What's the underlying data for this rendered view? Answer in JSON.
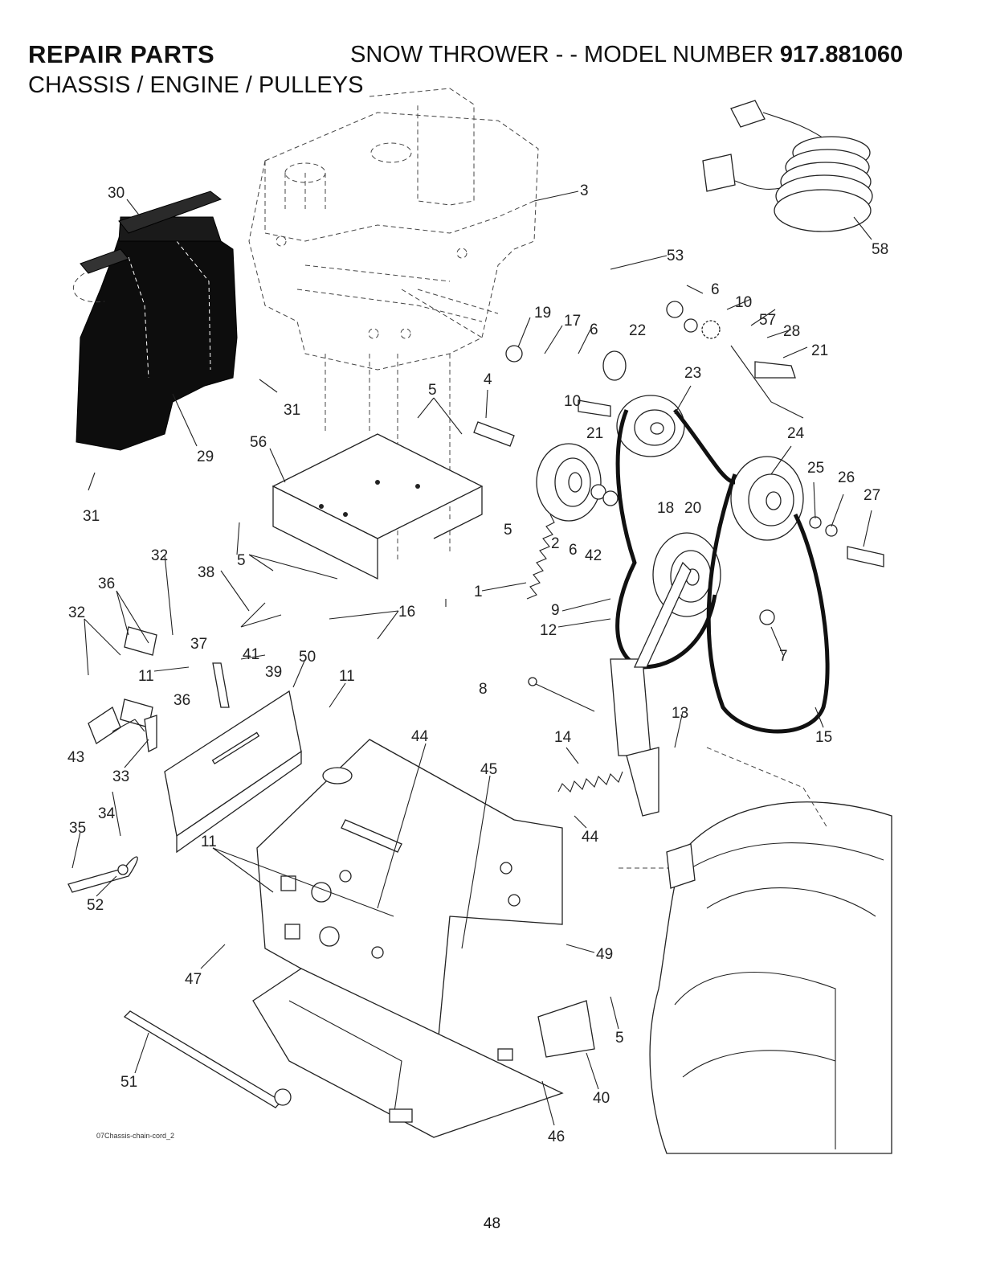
{
  "header": {
    "left_title": "REPAIR PARTS",
    "right_title": "SNOW THROWER - - MODEL NUMBER",
    "model_number": "917.881060",
    "subtitle": "CHASSIS / ENGINE / PULLEYS"
  },
  "footer": {
    "page_number": "48",
    "file_ref": "07Chassis-chain-cord_2"
  },
  "callouts": [
    {
      "id": "c30",
      "text": "30"
    },
    {
      "id": "c3",
      "text": "3"
    },
    {
      "id": "c58",
      "text": "58"
    },
    {
      "id": "c53",
      "text": "53"
    },
    {
      "id": "c31a",
      "text": "31"
    },
    {
      "id": "c29",
      "text": "29"
    },
    {
      "id": "c31b",
      "text": "31"
    },
    {
      "id": "c56",
      "text": "56"
    },
    {
      "id": "c5a",
      "text": "5"
    },
    {
      "id": "c4",
      "text": "4"
    },
    {
      "id": "c19",
      "text": "19"
    },
    {
      "id": "c17",
      "text": "17"
    },
    {
      "id": "c6a",
      "text": "6"
    },
    {
      "id": "c22",
      "text": "22"
    },
    {
      "id": "c6b",
      "text": "6"
    },
    {
      "id": "c10a",
      "text": "10"
    },
    {
      "id": "c57",
      "text": "57"
    },
    {
      "id": "c28",
      "text": "28"
    },
    {
      "id": "c21a",
      "text": "21"
    },
    {
      "id": "c23",
      "text": "23"
    },
    {
      "id": "c10b",
      "text": "10"
    },
    {
      "id": "c21b",
      "text": "21"
    },
    {
      "id": "c24",
      "text": "24"
    },
    {
      "id": "c25",
      "text": "25"
    },
    {
      "id": "c26",
      "text": "26"
    },
    {
      "id": "c27",
      "text": "27"
    },
    {
      "id": "c5b",
      "text": "5"
    },
    {
      "id": "c2",
      "text": "2"
    },
    {
      "id": "c6c",
      "text": "6"
    },
    {
      "id": "c42",
      "text": "42"
    },
    {
      "id": "c18",
      "text": "18"
    },
    {
      "id": "c20",
      "text": "20"
    },
    {
      "id": "c1",
      "text": "1"
    },
    {
      "id": "c9",
      "text": "9"
    },
    {
      "id": "c5c",
      "text": "5"
    },
    {
      "id": "c32a",
      "text": "32"
    },
    {
      "id": "c36a",
      "text": "36"
    },
    {
      "id": "c38",
      "text": "38"
    },
    {
      "id": "c32b",
      "text": "32"
    },
    {
      "id": "c37",
      "text": "37"
    },
    {
      "id": "c16",
      "text": "16"
    },
    {
      "id": "c12",
      "text": "12"
    },
    {
      "id": "c7",
      "text": "7"
    },
    {
      "id": "c41",
      "text": "41"
    },
    {
      "id": "c50",
      "text": "50"
    },
    {
      "id": "c11a",
      "text": "11"
    },
    {
      "id": "c39",
      "text": "39"
    },
    {
      "id": "c11b",
      "text": "11"
    },
    {
      "id": "c8",
      "text": "8"
    },
    {
      "id": "c36b",
      "text": "36"
    },
    {
      "id": "c13",
      "text": "13"
    },
    {
      "id": "c44a",
      "text": "44"
    },
    {
      "id": "c14",
      "text": "14"
    },
    {
      "id": "c15",
      "text": "15"
    },
    {
      "id": "c43",
      "text": "43"
    },
    {
      "id": "c45",
      "text": "45"
    },
    {
      "id": "c33",
      "text": "33"
    },
    {
      "id": "c34",
      "text": "34"
    },
    {
      "id": "c44b",
      "text": "44"
    },
    {
      "id": "c35",
      "text": "35"
    },
    {
      "id": "c11c",
      "text": "11"
    },
    {
      "id": "c52",
      "text": "52"
    },
    {
      "id": "c49",
      "text": "49"
    },
    {
      "id": "c47",
      "text": "47"
    },
    {
      "id": "c5d",
      "text": "5"
    },
    {
      "id": "c51",
      "text": "51"
    },
    {
      "id": "c40",
      "text": "40"
    },
    {
      "id": "c46",
      "text": "46"
    }
  ]
}
